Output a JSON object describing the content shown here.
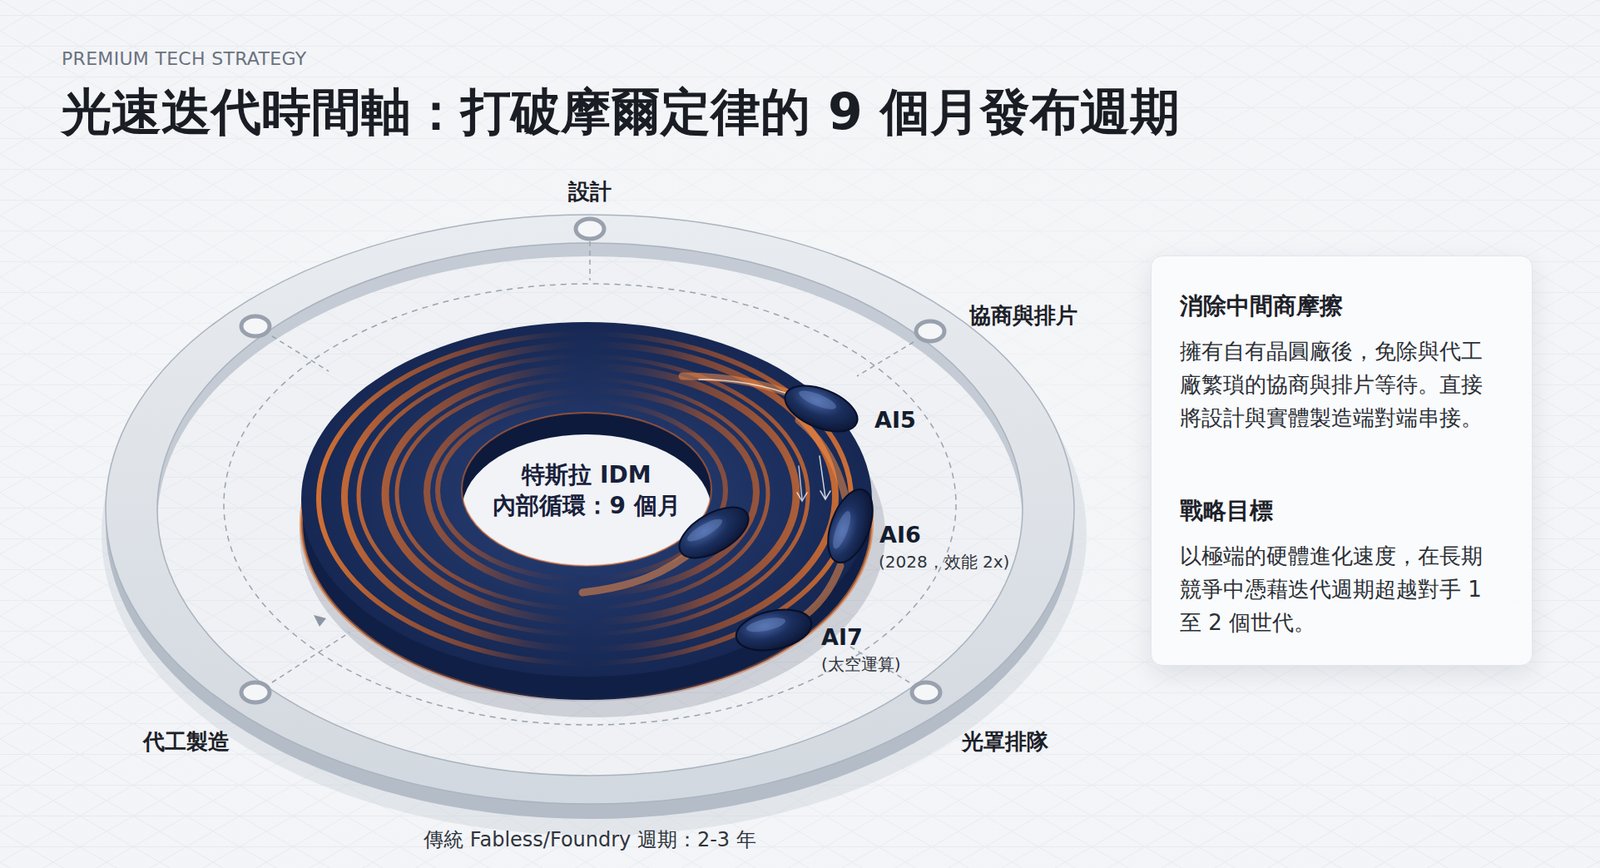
{
  "diagram": {
    "title": "光速迭代時間軸：打破摩爾定律的 9 個月發布週期",
    "caption": "傳統 Fabless/Foundry 週期：2-3 年",
    "nodes": [
      {
        "text": [
          "特斯拉 IDM",
          "內部循環：9 個月"
        ]
      },
      {
        "text": [
          "消除中間商摩擦",
          "擁有自有晶圓廠後，免除與代工廠繁瑣的協商與排片等待。直接將設計與實體製造端對端串接。",
          "戰略目標",
          "以極端的硬體進化速度，在長期競爭中憑藉迭代週期超越對手 1 至 2 個世代。"
        ]
      }
    ],
    "labels": [
      "PREMIUM TECH STRATEGY",
      "設計",
      "協商與排片",
      "AI5",
      "AI6",
      "(2028，效能 2x)",
      "AI7",
      "(太空運算)",
      "代工製造",
      "光罩排隊"
    ]
  }
}
